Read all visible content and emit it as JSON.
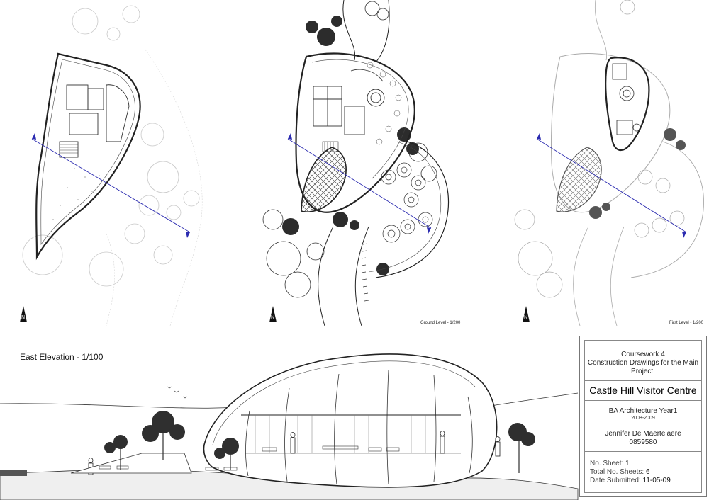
{
  "plans": {
    "ground_label": "Ground Level  -  1/200",
    "first_label": "First Level  -  1/200",
    "north_symbol": "north-arrow"
  },
  "elevation": {
    "title": "East Elevation   - 1/100"
  },
  "title_block": {
    "coursework": "Coursework 4",
    "subtitle_1": "Construction Drawings for the Main",
    "subtitle_2": "Project:",
    "project": "Castle Hill Visitor Centre",
    "course": "BA Architecture Year1",
    "years": "2008-2009",
    "student": "Jennifer De Maertelaere",
    "student_id": "0859580",
    "sheet_label": "No. Sheet:",
    "sheet_value": "1",
    "total_label": "Total No. Sheets:",
    "total_value": "6",
    "date_label": "Date Submitted:",
    "date_value": "11-05-09"
  },
  "colors": {
    "line": "#222222",
    "grey": "#9a9a9a",
    "section_line": "#2b2bb0",
    "tree": "#333333"
  }
}
